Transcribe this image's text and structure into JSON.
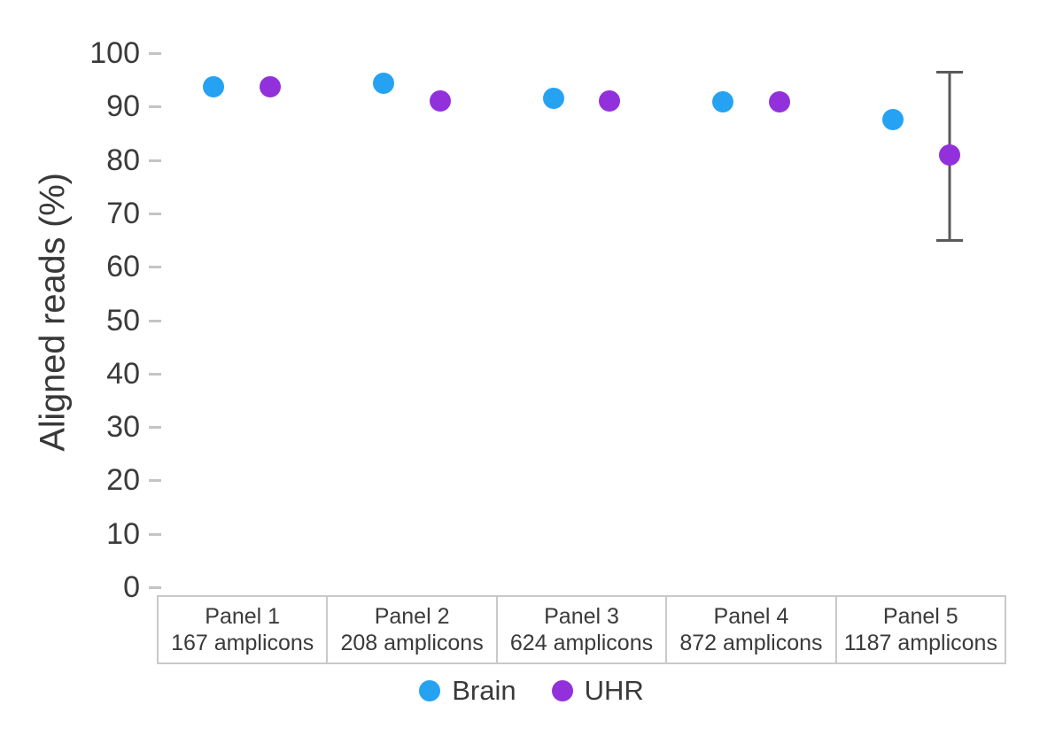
{
  "chart_data": {
    "type": "scatter",
    "title": "",
    "xlabel": "",
    "ylabel": "Aligned reads (%)",
    "ylim": [
      0,
      100
    ],
    "yticks": [
      0,
      10,
      20,
      30,
      40,
      50,
      60,
      70,
      80,
      90,
      100
    ],
    "ytick_labels": [
      "0",
      "10",
      "20",
      "30",
      "40",
      "50",
      "60",
      "70",
      "80",
      "90",
      "100"
    ],
    "grid": false,
    "legend_position": "bottom",
    "facets": [
      {
        "name": "Panel 1",
        "subtitle": "167 amplicons"
      },
      {
        "name": "Panel 2",
        "subtitle": "208 amplicons"
      },
      {
        "name": "Panel 3",
        "subtitle": "624 amplicons"
      },
      {
        "name": "Panel 4",
        "subtitle": "872 amplicons"
      },
      {
        "name": "Panel 5",
        "subtitle": "1187 amplicons"
      }
    ],
    "categories": [
      "Panel 1",
      "Panel 2",
      "Panel 3",
      "Panel 4",
      "Panel 5"
    ],
    "series": [
      {
        "name": "Brain",
        "color": "#26A2F2",
        "values": [
          93.7,
          94.4,
          91.5,
          90.8,
          87.6
        ],
        "error_low": [
          93.7,
          93.8,
          90.9,
          90.8,
          87.3
        ],
        "error_high": [
          93.7,
          95.0,
          92.1,
          90.8,
          87.9
        ]
      },
      {
        "name": "UHR",
        "color": "#9231DC",
        "values": [
          93.7,
          91.0,
          91.0,
          90.8,
          81.0
        ],
        "error_low": [
          93.7,
          90.3,
          90.4,
          90.8,
          65.0
        ],
        "error_high": [
          93.7,
          91.7,
          91.6,
          90.8,
          96.5
        ]
      }
    ]
  },
  "legend": {
    "items": [
      {
        "label": "Brain",
        "color": "#26A2F2",
        "icon": "circle-marker-icon"
      },
      {
        "label": "UHR",
        "color": "#9231DC",
        "icon": "circle-marker-icon"
      }
    ]
  },
  "colors": {
    "brain": "#26A2F2",
    "uhr": "#9231DC",
    "errorbar": "#595959",
    "tick": "#c4c4c4",
    "strip_border": "#c9c9c9",
    "text": "#3a3a3a",
    "background": "#ffffff"
  }
}
